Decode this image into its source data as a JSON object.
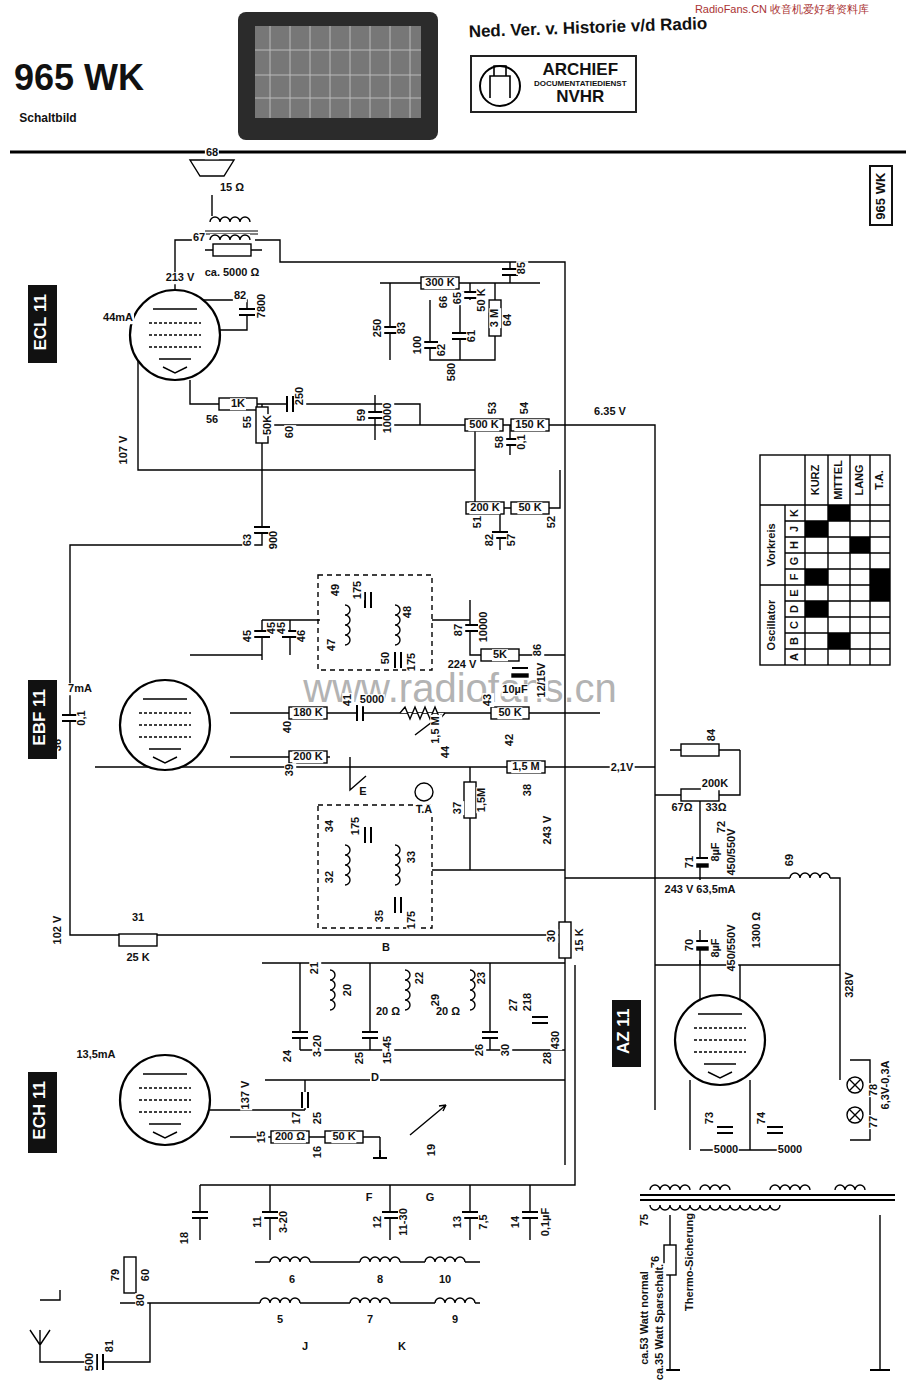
{
  "diagram": {
    "title": "965 WK",
    "nodes": [
      {
        "text": [
          "ARCHIEF",
          "DOCUMENTATIEDIENST",
          "NVHR"
        ]
      },
      {
        "text": [
          "965 WK"
        ]
      },
      {
        "text": [
          "ECL 11"
        ]
      },
      {
        "text": [
          "EBF 11"
        ]
      },
      {
        "text": [
          "ECH 11"
        ]
      },
      {
        "text": [
          "AZ 11"
        ]
      }
    ],
    "labels": [
      "Schaltbild",
      "Ned. Ver. v. Historie v/d Radio",
      "RadioFans.CN 收音机爱好者资料库",
      "www.radiofans.cn",
      "68",
      "15 Ω",
      "67",
      "ca. 5000 Ω",
      "213 V",
      "44mA",
      "82",
      "7800",
      "1K",
      "56",
      "55",
      "50K",
      "60",
      "250",
      "63",
      "900",
      "107 V",
      "300 K",
      "66",
      "65",
      "50 K",
      "85",
      "83",
      "250",
      "100",
      "62",
      "61",
      "580",
      "3 M",
      "64",
      "59",
      "10000",
      "53",
      "500 K",
      "58",
      "0,1",
      "54",
      "150 K",
      "6.35 V",
      "51",
      "200 K",
      "82",
      "57",
      "50 K",
      "52",
      "45",
      "45",
      "45",
      "46",
      "49",
      "175",
      "47",
      "48",
      "50",
      "175",
      "87",
      "10000",
      "224 V",
      "5K",
      "86",
      "10µF",
      "12/15V",
      "7mA",
      "0,1",
      "36",
      "180 K",
      "40",
      "41",
      "5000",
      "1,5 M",
      "44",
      "43",
      "50 K",
      "42",
      "200 K",
      "39",
      "E",
      "T.A",
      "1,5 M",
      "38",
      "37",
      "1,5M",
      "2,1V",
      "34",
      "175",
      "32",
      "33",
      "175",
      "35",
      "243 V",
      "84",
      "200K",
      "67Ω",
      "33Ω",
      "72",
      "71",
      "8µF",
      "450/550V",
      "243 V 63,5mA",
      "102 V",
      "31",
      "25 K",
      "30",
      "15 K",
      "B",
      "21",
      "20",
      "22",
      "29",
      "23",
      "20 Ω",
      "20 Ω",
      "27",
      "218",
      "430",
      "28",
      "24",
      "3-20",
      "25",
      "15-45",
      "26",
      "30",
      "D",
      "13,5mA",
      "137 V",
      "17",
      "25",
      "19",
      "15",
      "200 Ω",
      "16",
      "50 K",
      "11",
      "3-20",
      "F",
      "12",
      "11-30",
      "G",
      "13",
      "7,5",
      "14",
      "0,1µF",
      "18",
      "6",
      "8",
      "10",
      "79",
      "60",
      "80",
      "5",
      "7",
      "9",
      "J",
      "K",
      "81",
      "500",
      "70",
      "8µF",
      "450/550V",
      "1300 Ω",
      "69",
      "328V",
      "73",
      "5000",
      "74",
      "5000",
      "78",
      "6,3V-0,3A",
      "77",
      "75",
      "76",
      "Thermo-Sicherung",
      "ca.53 Watt normal",
      "ca.35 Watt Sparschalt.",
      "Oscillator",
      "Vorkreis",
      "A",
      "B",
      "C",
      "D",
      "E",
      "F",
      "G",
      "H",
      "J",
      "K",
      "KURZ",
      "MITTEL",
      "LANG",
      "T.A."
    ]
  }
}
